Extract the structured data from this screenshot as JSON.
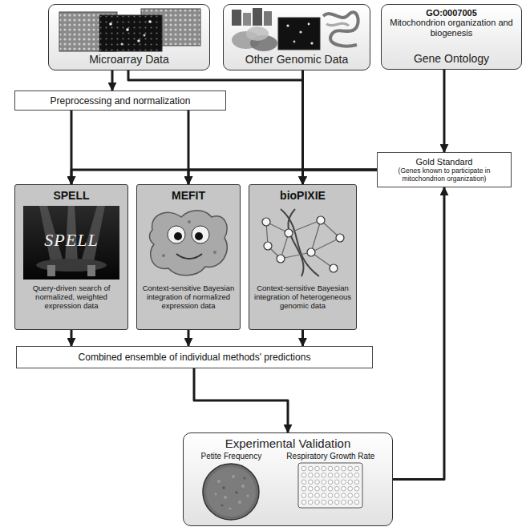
{
  "diagram": {
    "nodes": [
      {
        "text": [
          "Microarray Data"
        ]
      },
      {
        "text": [
          "Other Genomic Data"
        ]
      },
      {
        "text": [
          "GO:0007005",
          "Mitochondrion organization and biogenesis",
          "Gene Ontology"
        ]
      },
      {
        "text": [
          "Preprocessing and normalization"
        ]
      },
      {
        "text": [
          "Gold Standard",
          "(Genes known to participate in mitochondrion organization)"
        ]
      },
      {
        "text": [
          "SPELL",
          "Query-driven search of normalized, weighted expression data"
        ]
      },
      {
        "text": [
          "MEFIT",
          "Context-sensitive Bayesian integration of normalized expression data"
        ]
      },
      {
        "text": [
          "bioPIXIE",
          "Context-sensitive Bayesian integration of heterogeneous genomic data"
        ]
      },
      {
        "text": [
          "Combined ensemble of individual methods' predictions"
        ]
      },
      {
        "text": [
          "Experimental Validation",
          "Petite Frequency",
          "Respiratory Growth Rate"
        ]
      }
    ],
    "edges": [
      {
        "from": 0,
        "to": 3,
        "arrow": "to"
      },
      {
        "from": 0,
        "to": 7,
        "arrow": "to"
      },
      {
        "from": 1,
        "to": 7,
        "arrow": "to"
      },
      {
        "from": 2,
        "to": 4,
        "arrow": "to"
      },
      {
        "from": 3,
        "to": 5,
        "arrow": "to"
      },
      {
        "from": 3,
        "to": 6,
        "arrow": "to"
      },
      {
        "from": 4,
        "to": 5,
        "arrow": "to"
      },
      {
        "from": 4,
        "to": 6,
        "arrow": "to"
      },
      {
        "from": 4,
        "to": 7,
        "arrow": "to"
      },
      {
        "from": 5,
        "to": 8,
        "arrow": "to"
      },
      {
        "from": 6,
        "to": 8,
        "arrow": "to"
      },
      {
        "from": 7,
        "to": 8,
        "arrow": "to"
      },
      {
        "from": 8,
        "to": 9,
        "arrow": "to"
      },
      {
        "from": 9,
        "to": 4,
        "arrow": "to"
      }
    ],
    "labels": [
      "SPELL"
    ]
  }
}
